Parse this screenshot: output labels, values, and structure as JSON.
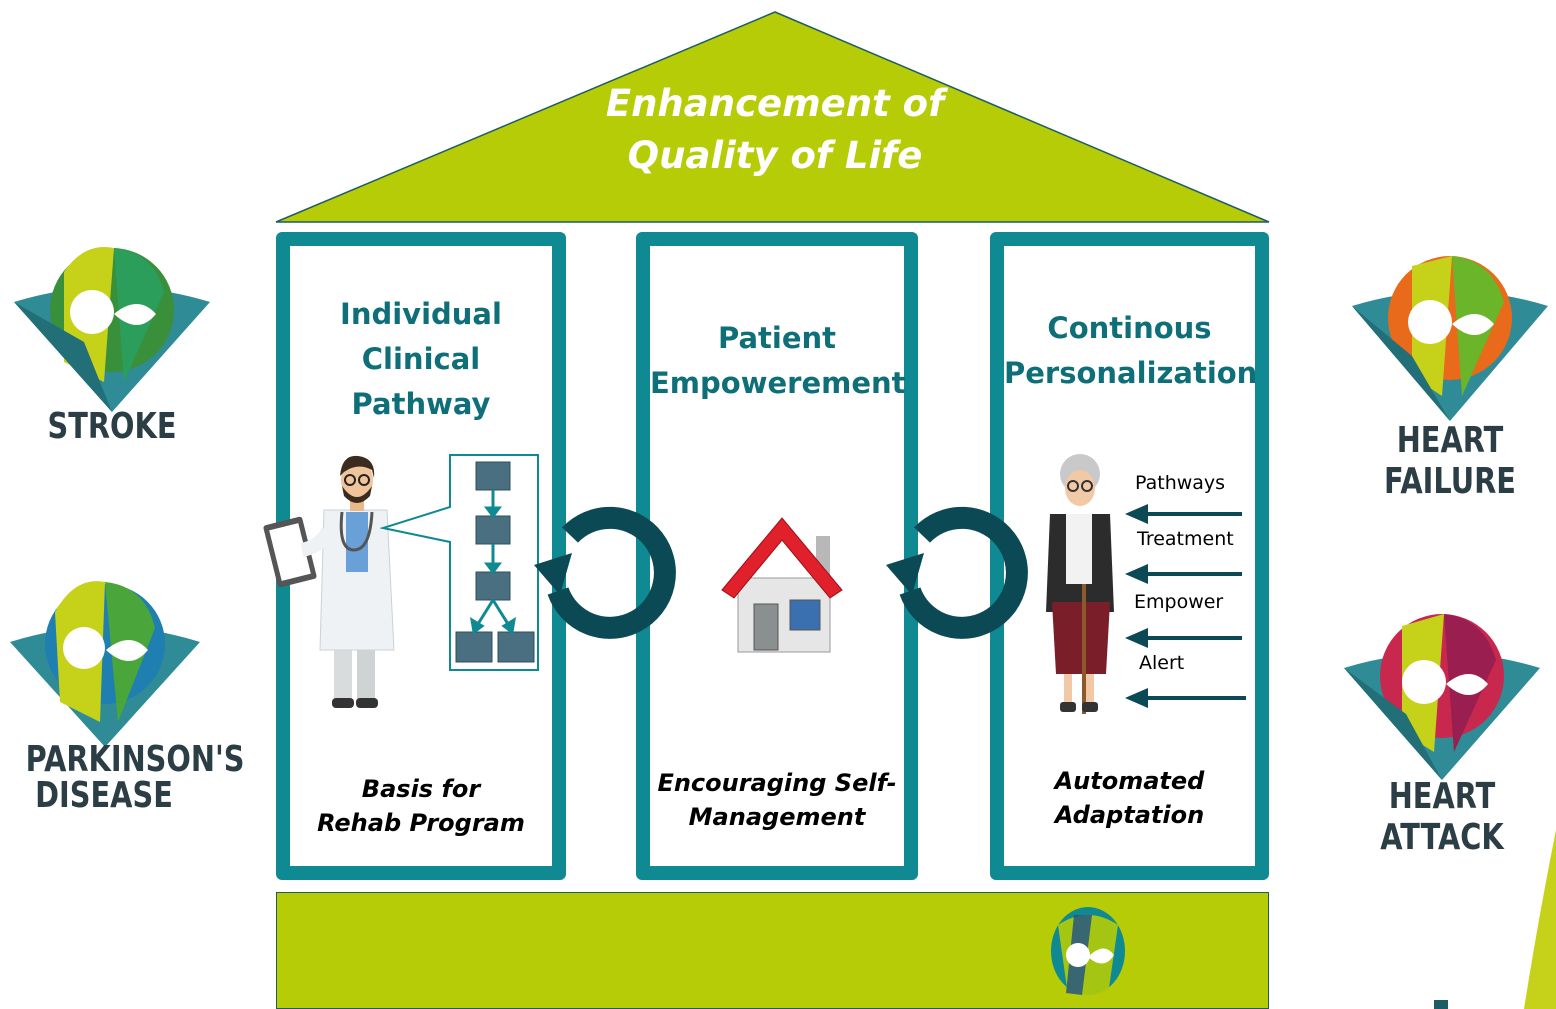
{
  "roof": {
    "title_line1": "Enhancement of",
    "title_line2": "Quality of Life"
  },
  "pillars": [
    {
      "title": [
        "Individual",
        "Clinical",
        "Pathway"
      ],
      "subtitle": [
        "Basis for",
        "Rehab Program"
      ]
    },
    {
      "title": [
        "Patient",
        "Empowerement"
      ],
      "subtitle": [
        "Encouraging Self-",
        "Management"
      ]
    },
    {
      "title": [
        "Continous",
        "Personalization"
      ],
      "subtitle": [
        "Automated",
        "Adaptation"
      ]
    }
  ],
  "adaptation_inputs": [
    "Pathways",
    "Treatment",
    "Empower",
    "Alert"
  ],
  "conditions": {
    "left": [
      "STROKE",
      "PARKINSON'S DISEASE"
    ],
    "right": [
      "HEART FAILURE",
      "HEART ATTACK"
    ]
  },
  "colors": {
    "roof_green": "#b5cc06",
    "pillar_teal": "#0f8a93",
    "title_teal": "#0e6f78",
    "cycle_dark": "#0b4a55"
  }
}
